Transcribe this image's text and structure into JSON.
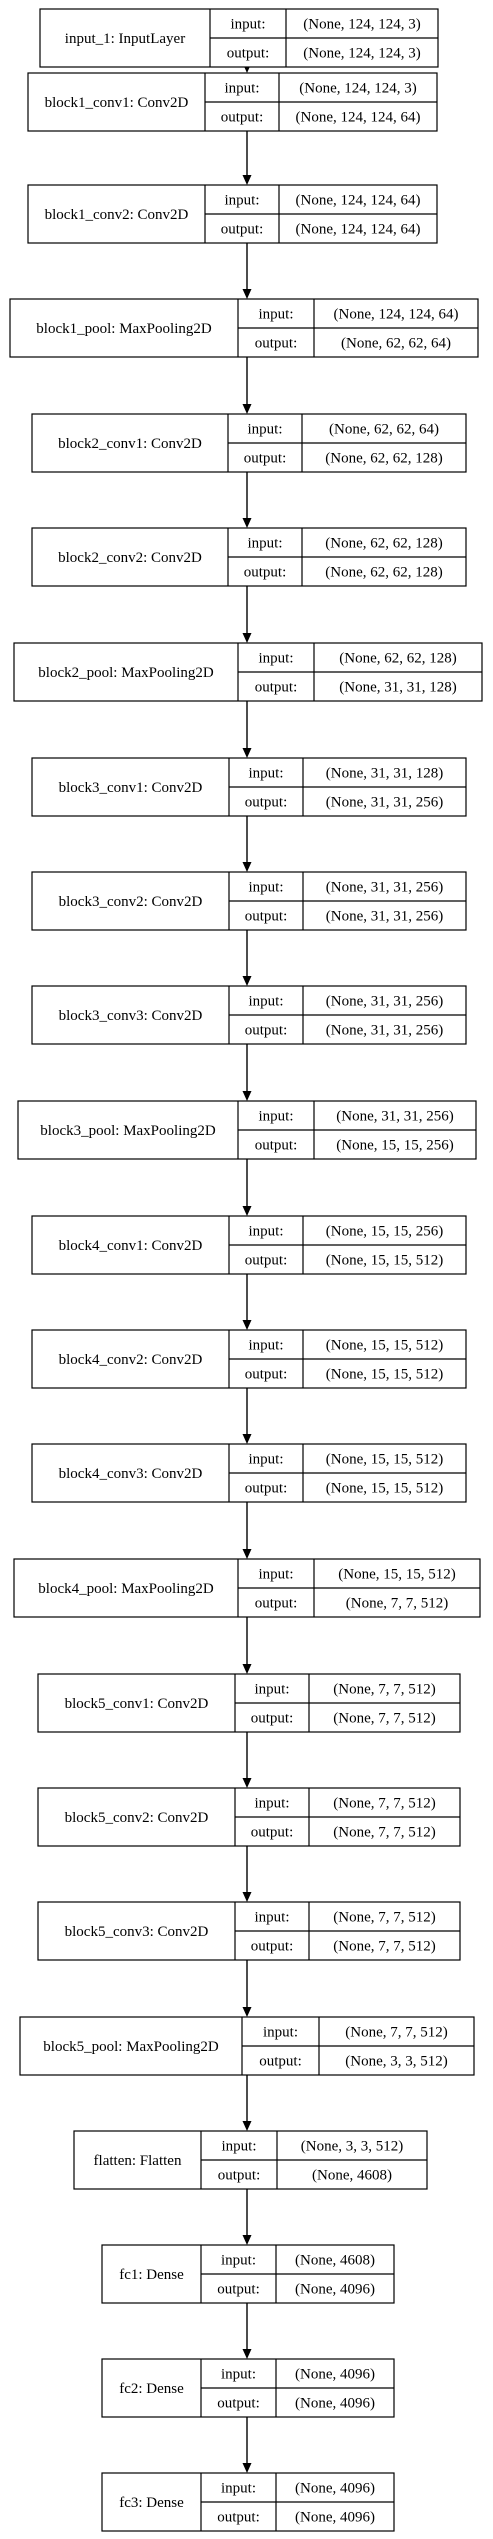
{
  "labels": {
    "input": "input:",
    "output": "output:"
  },
  "layers": [
    {
      "name": "input_1: InputLayer",
      "input": "(None, 124, 124, 3)",
      "output": "(None, 124, 124, 3)"
    },
    {
      "name": "block1_conv1: Conv2D",
      "input": "(None, 124, 124, 3)",
      "output": "(None, 124, 124, 64)"
    },
    {
      "name": "block1_conv2: Conv2D",
      "input": "(None, 124, 124, 64)",
      "output": "(None, 124, 124, 64)"
    },
    {
      "name": "block1_pool: MaxPooling2D",
      "input": "(None, 124, 124, 64)",
      "output": "(None, 62, 62, 64)"
    },
    {
      "name": "block2_conv1: Conv2D",
      "input": "(None, 62, 62, 64)",
      "output": "(None, 62, 62, 128)"
    },
    {
      "name": "block2_conv2: Conv2D",
      "input": "(None, 62, 62, 128)",
      "output": "(None, 62, 62, 128)"
    },
    {
      "name": "block2_pool: MaxPooling2D",
      "input": "(None, 62, 62, 128)",
      "output": "(None, 31, 31, 128)"
    },
    {
      "name": "block3_conv1: Conv2D",
      "input": "(None, 31, 31, 128)",
      "output": "(None, 31, 31, 256)"
    },
    {
      "name": "block3_conv2: Conv2D",
      "input": "(None, 31, 31, 256)",
      "output": "(None, 31, 31, 256)"
    },
    {
      "name": "block3_conv3: Conv2D",
      "input": "(None, 31, 31, 256)",
      "output": "(None, 31, 31, 256)"
    },
    {
      "name": "block3_pool: MaxPooling2D",
      "input": "(None, 31, 31, 256)",
      "output": "(None, 15, 15, 256)"
    },
    {
      "name": "block4_conv1: Conv2D",
      "input": "(None, 15, 15, 256)",
      "output": "(None, 15, 15, 512)"
    },
    {
      "name": "block4_conv2: Conv2D",
      "input": "(None, 15, 15, 512)",
      "output": "(None, 15, 15, 512)"
    },
    {
      "name": "block4_conv3: Conv2D",
      "input": "(None, 15, 15, 512)",
      "output": "(None, 15, 15, 512)"
    },
    {
      "name": "block4_pool: MaxPooling2D",
      "input": "(None, 15, 15, 512)",
      "output": "(None, 7, 7, 512)"
    },
    {
      "name": "block5_conv1: Conv2D",
      "input": "(None, 7, 7, 512)",
      "output": "(None, 7, 7, 512)"
    },
    {
      "name": "block5_conv2: Conv2D",
      "input": "(None, 7, 7, 512)",
      "output": "(None, 7, 7, 512)"
    },
    {
      "name": "block5_conv3: Conv2D",
      "input": "(None, 7, 7, 512)",
      "output": "(None, 7, 7, 512)"
    },
    {
      "name": "block5_pool: MaxPooling2D",
      "input": "(None, 7, 7, 512)",
      "output": "(None, 3, 3, 512)"
    },
    {
      "name": "flatten: Flatten",
      "input": "(None, 3, 3, 512)",
      "output": "(None, 4608)"
    },
    {
      "name": "fc1: Dense",
      "input": "(None, 4608)",
      "output": "(None, 4096)"
    },
    {
      "name": "fc2: Dense",
      "input": "(None, 4096)",
      "output": "(None, 4096)"
    },
    {
      "name": "fc3: Dense",
      "input": "(None, 4096)",
      "output": "(None, 4096)"
    }
  ]
}
